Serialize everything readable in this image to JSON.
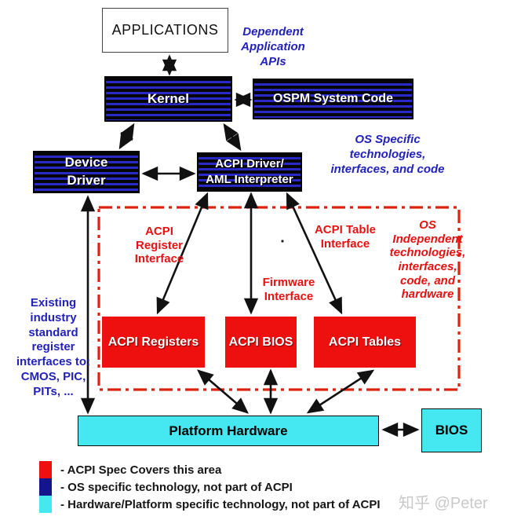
{
  "title_box": {
    "label": "APPLICATIONS"
  },
  "os_boxes": {
    "kernel": "Kernel",
    "ospm": "OSPM System Code",
    "device_driver": "Device\nDriver",
    "acpi_driver": "ACPI Driver/\nAML Interpreter"
  },
  "acpi_boxes": {
    "registers": "ACPI Registers",
    "bios": "ACPI BIOS",
    "tables": "ACPI Tables"
  },
  "hw_boxes": {
    "platform": "Platform Hardware",
    "bios": "BIOS"
  },
  "annotations": {
    "dependent_apis": "Dependent\nApplication\nAPIs",
    "os_specific": "OS Specific\ntechnologies,\ninterfaces, and code",
    "os_independent": "OS\nIndependent\ntechnologies,\ninterfaces,\ncode, and\nhardware",
    "register_interface": "ACPI\nRegister\nInterface",
    "table_interface": "ACPI Table\nInterface",
    "firmware_interface": "Firmware\nInterface",
    "existing_industry": "Existing\nindustry\nstandard\nregister\ninterfaces to:\nCMOS, PIC,\nPITs, ..."
  },
  "legend": {
    "items": [
      {
        "color": "#ee0f0f",
        "label": "-  ACPI Spec Covers this area"
      },
      {
        "color": "#14148c",
        "label": "-  OS specific technology, not part of ACPI"
      },
      {
        "color": "#45e8f0",
        "label": "-  Hardware/Platform specific technology, not part of ACPI"
      }
    ]
  },
  "watermark": "知乎 @Peter",
  "colors": {
    "stripe_blue": "#2929c8",
    "box_red": "#ee0f0f",
    "box_cyan": "#45e8f0",
    "text_blue": "#2222bb",
    "text_red": "#e81010",
    "dash_border": "#dd2211"
  }
}
